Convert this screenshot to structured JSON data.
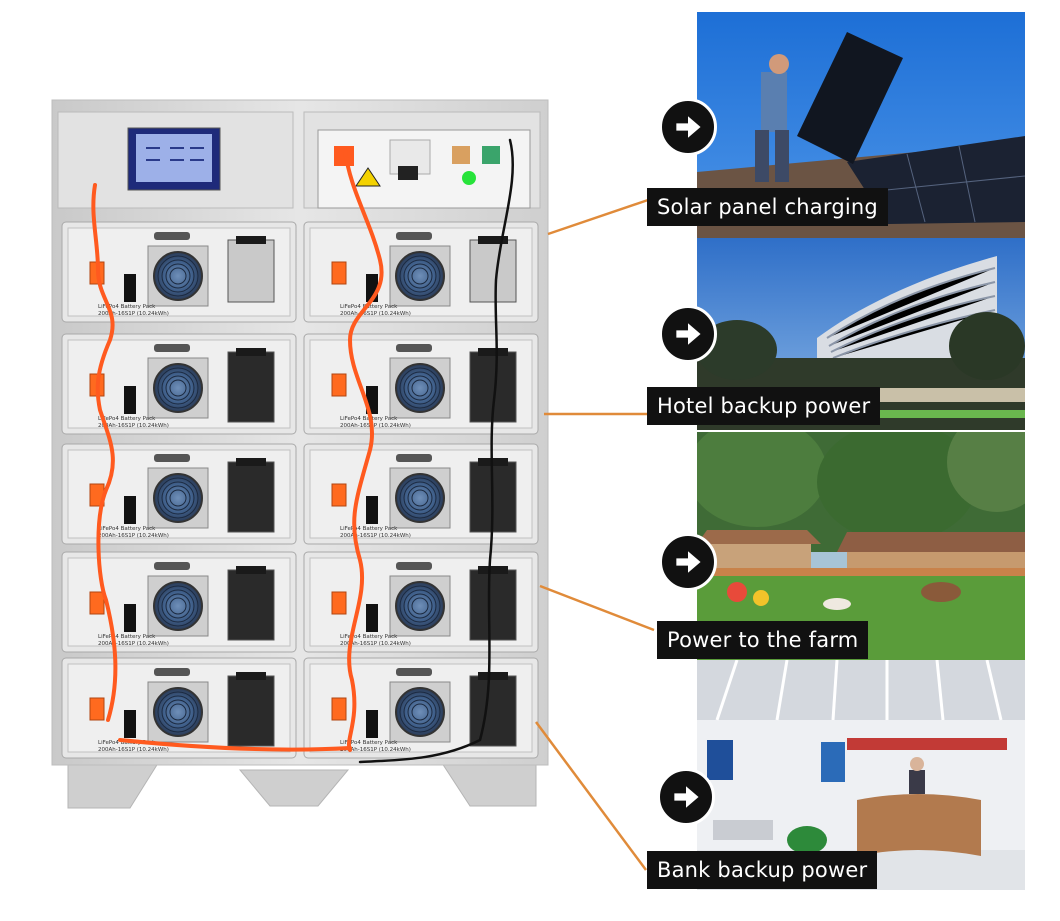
{
  "scenes": [
    {
      "label": "Solar panel charging",
      "icon": "arrow-right-icon"
    },
    {
      "label": "Hotel backup power",
      "icon": "arrow-right-icon"
    },
    {
      "label": "Power to the farm",
      "icon": "arrow-right-icon"
    },
    {
      "label": "Bank backup power",
      "icon": "arrow-right-icon"
    }
  ],
  "cabinet": {
    "module_label_line1": "LiFePo4 Battery Pack",
    "module_label_line2": "200Ah-16S1P (10.24kWh)"
  },
  "colors": {
    "connector_line": "#e08b3a",
    "label_bg": "#111111",
    "cable_orange": "#ff5a1f",
    "cabinet_body": "#dcdcdc"
  }
}
